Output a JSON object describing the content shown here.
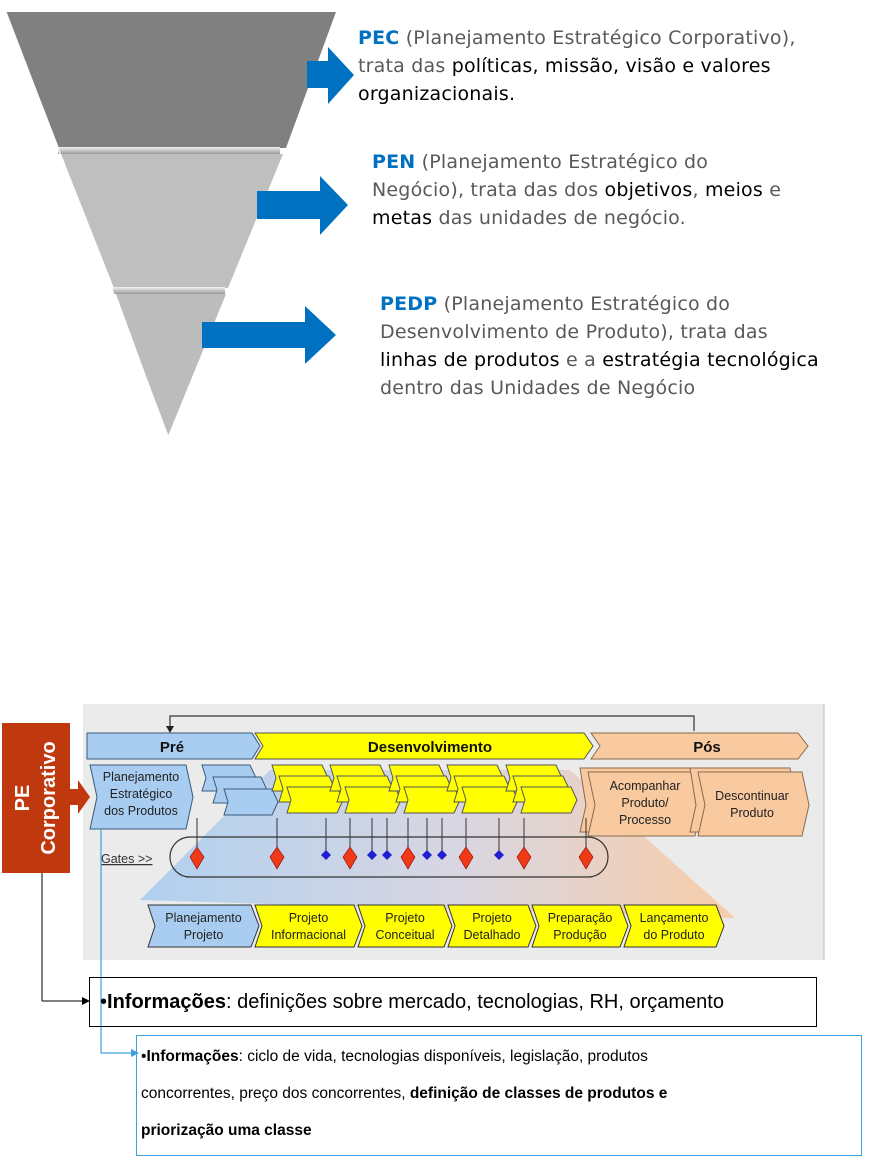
{
  "funnel": {
    "levels": [
      {
        "acronym": "PEC",
        "lines": [
          [
            {
              "t": "PEC",
              "s": "acr"
            },
            {
              "t": " (Planejamento Estratégico Corporativo),",
              "s": ""
            }
          ],
          [
            {
              "t": "trata das ",
              "s": ""
            },
            {
              "t": "políticas, missão, visão e valores",
              "s": "k"
            }
          ],
          [
            {
              "t": "organizacionais.",
              "s": "k"
            }
          ]
        ]
      },
      {
        "acronym": "PEN",
        "lines": [
          [
            {
              "t": "PEN",
              "s": "acr"
            },
            {
              "t": " (Planejamento Estratégico do",
              "s": ""
            }
          ],
          [
            {
              "t": "Negócio), trata das  dos ",
              "s": ""
            },
            {
              "t": "objetivos",
              "s": "k"
            },
            {
              "t": ", ",
              "s": ""
            },
            {
              "t": "meios",
              "s": "k"
            },
            {
              "t": " e",
              "s": ""
            }
          ],
          [
            {
              "t": "metas",
              "s": "k"
            },
            {
              "t": " das unidades de negócio.",
              "s": ""
            }
          ]
        ]
      },
      {
        "acronym": "PEDP",
        "lines": [
          [
            {
              "t": "PEDP",
              "s": "acr"
            },
            {
              "t": " (Planejamento Estratégico do",
              "s": ""
            }
          ],
          [
            {
              "t": "Desenvolvimento de Produto), trata das",
              "s": ""
            }
          ],
          [
            {
              "t": "linhas de produtos",
              "s": "k"
            },
            {
              "t": " e a ",
              "s": ""
            },
            {
              "t": "estratégia tecnológica",
              "s": "k"
            }
          ],
          [
            {
              "t": "dentro das Unidades de Negócio",
              "s": ""
            }
          ]
        ]
      }
    ],
    "colors": {
      "top": "#808080",
      "middle": "#bfbfbf",
      "bottom": "#bcbcbc",
      "arrow": "#0070c0"
    }
  },
  "pe_box": {
    "line1": "PE",
    "line2": "Corporativo",
    "color": "#c0380e"
  },
  "process": {
    "phases": [
      {
        "label": "Pré",
        "color": "#a9cdf0"
      },
      {
        "label": "Desenvolvimento",
        "color": "#ffff00"
      },
      {
        "label": "Pós",
        "color": "#f9c9a0"
      }
    ],
    "pre_step": [
      "Planejamento",
      "Estratégico",
      "dos Produtos"
    ],
    "pos_steps": [
      [
        "Acompanhar",
        "Produto/",
        "Processo"
      ],
      [
        "Descontinuar",
        "Produto"
      ]
    ],
    "gates_label": "Gates >>",
    "macro_steps": [
      {
        "lines": [
          "Planejamento",
          "Projeto"
        ],
        "color": "#a9cdf0"
      },
      {
        "lines": [
          "Projeto",
          "Informacional"
        ],
        "color": "#ffff00"
      },
      {
        "lines": [
          "Projeto",
          "Conceitual"
        ],
        "color": "#ffff00"
      },
      {
        "lines": [
          "Projeto",
          "Detalhado"
        ],
        "color": "#ffff00"
      },
      {
        "lines": [
          "Preparação",
          "Produção"
        ],
        "color": "#ffff00"
      },
      {
        "lines": [
          "Lançamento",
          "do Produto"
        ],
        "color": "#ffff00"
      }
    ],
    "gate_color": "#f03a17",
    "review_color": "#2020d0"
  },
  "info_box_1": {
    "bullet": "•",
    "bold": "Informações",
    "rest": ": definições sobre mercado, tecnologias, RH, orçamento"
  },
  "info_box_2": {
    "bullet": "•",
    "bold": "Informações",
    "rest1": ": ciclo de vida, tecnologias disponíveis, legislação, produtos",
    "rest2": "concorrentes, preço dos concorrentes, ",
    "bold2": "definição de classes de produtos e",
    "bold3": "priorização uma classe",
    "border_color": "#3ca0e0"
  }
}
